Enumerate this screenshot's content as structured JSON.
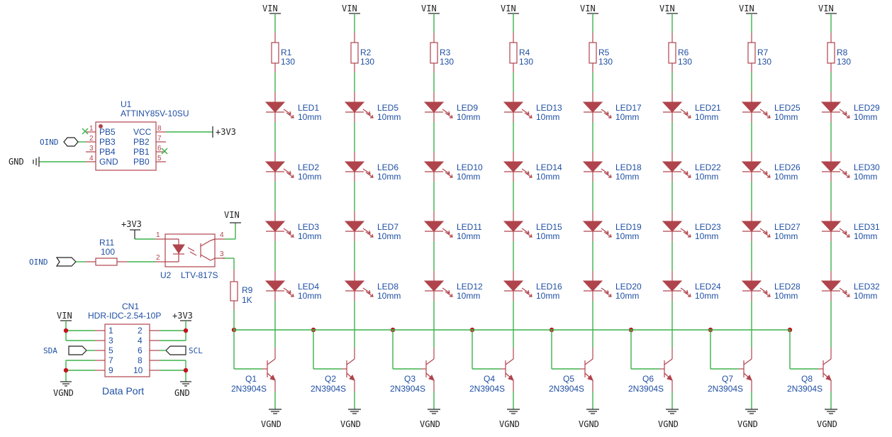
{
  "power": {
    "vin": "VIN",
    "v33": "+3V3",
    "vgnd": "VGND",
    "gnd": "GND"
  },
  "resistors": [
    {
      "ref": "R1",
      "value": "130"
    },
    {
      "ref": "R2",
      "value": "130"
    },
    {
      "ref": "R3",
      "value": "130"
    },
    {
      "ref": "R4",
      "value": "130"
    },
    {
      "ref": "R5",
      "value": "130"
    },
    {
      "ref": "R6",
      "value": "130"
    },
    {
      "ref": "R7",
      "value": "130"
    },
    {
      "ref": "R8",
      "value": "130"
    }
  ],
  "leds": [
    [
      "LED1",
      "LED2",
      "LED3",
      "LED4"
    ],
    [
      "LED5",
      "LED6",
      "LED7",
      "LED8"
    ],
    [
      "LED9",
      "LED10",
      "LED11",
      "LED12"
    ],
    [
      "LED13",
      "LED14",
      "LED15",
      "LED16"
    ],
    [
      "LED17",
      "LED18",
      "LED19",
      "LED20"
    ],
    [
      "LED21",
      "LED22",
      "LED23",
      "LED24"
    ],
    [
      "LED25",
      "LED26",
      "LED27",
      "LED28"
    ],
    [
      "LED29",
      "LED30",
      "LED31",
      "LED32"
    ]
  ],
  "led_value": "10mm",
  "transistors": [
    {
      "ref": "Q1",
      "part": "2N3904S"
    },
    {
      "ref": "Q2",
      "part": "2N3904S"
    },
    {
      "ref": "Q3",
      "part": "2N3904S"
    },
    {
      "ref": "Q4",
      "part": "2N3904S"
    },
    {
      "ref": "Q5",
      "part": "2N3904S"
    },
    {
      "ref": "Q6",
      "part": "2N3904S"
    },
    {
      "ref": "Q7",
      "part": "2N3904S"
    },
    {
      "ref": "Q8",
      "part": "2N3904S"
    }
  ],
  "mcu": {
    "ref": "U1",
    "part": "ATTINY85V-10SU",
    "left_pins": [
      {
        "num": "1",
        "name": "PB5"
      },
      {
        "num": "2",
        "name": "PB3"
      },
      {
        "num": "3",
        "name": "PB4"
      },
      {
        "num": "4",
        "name": "GND"
      }
    ],
    "right_pins": [
      {
        "num": "8",
        "name": "VCC"
      },
      {
        "num": "7",
        "name": "PB2"
      },
      {
        "num": "6",
        "name": "PB1"
      },
      {
        "num": "5",
        "name": "PB0"
      }
    ]
  },
  "net_oind": "OIND",
  "r11": {
    "ref": "R11",
    "value": "100"
  },
  "r9": {
    "ref": "R9",
    "value": "1K"
  },
  "opto": {
    "ref": "U2",
    "part": "LTV-817S",
    "pins": [
      "1",
      "2",
      "3",
      "4"
    ]
  },
  "connector": {
    "ref": "CN1",
    "part": "HDR-IDC-2.54-10P",
    "caption": "Data Port",
    "left_pins": [
      "1",
      "3",
      "5",
      "7",
      "9"
    ],
    "right_pins": [
      "2",
      "4",
      "6",
      "8",
      "10"
    ],
    "sda": "SDA",
    "scl": "SCL"
  }
}
